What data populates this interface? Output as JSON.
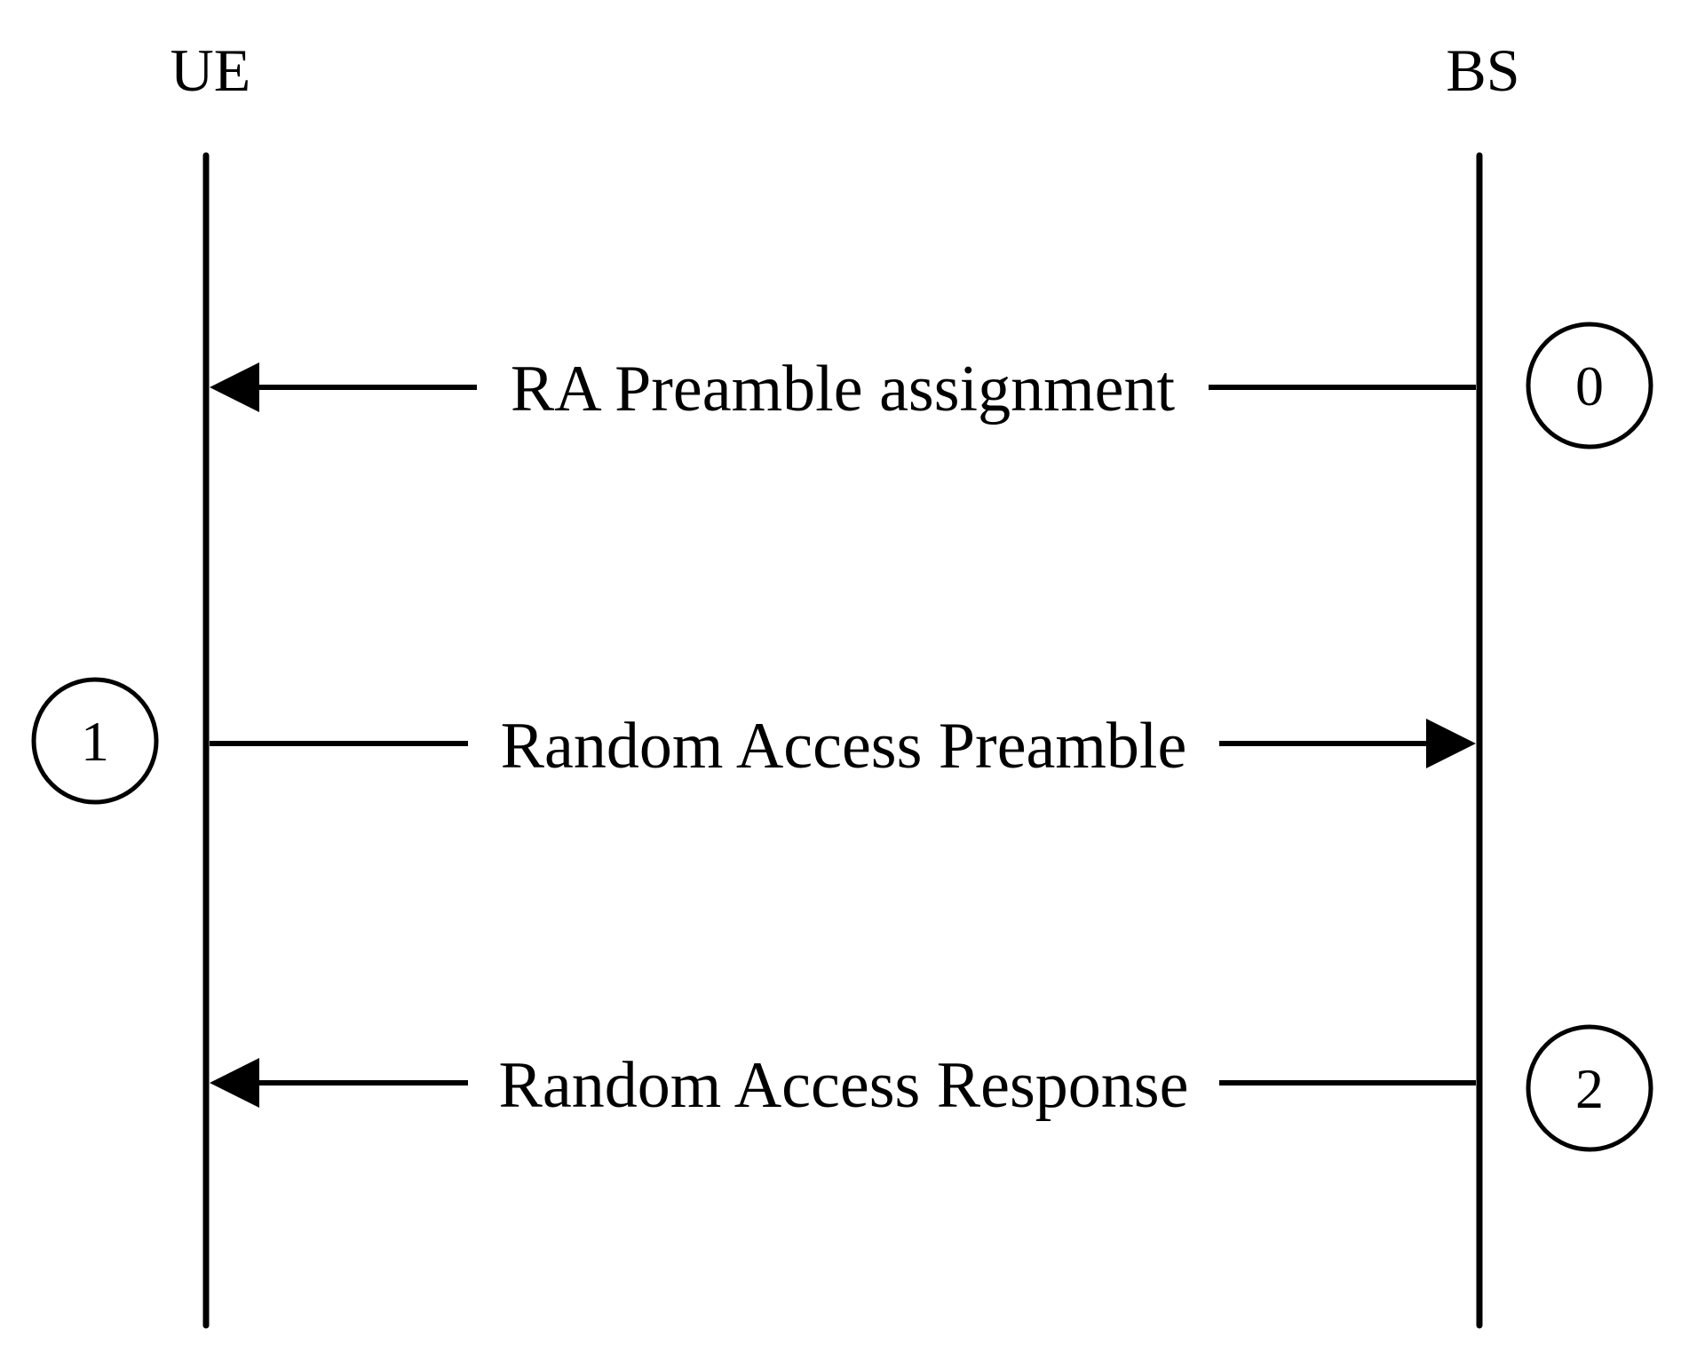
{
  "participants": {
    "left": "UE",
    "right": "BS"
  },
  "messages": [
    {
      "label": "RA Preamble assignment",
      "direction": "right-to-left",
      "step": "0"
    },
    {
      "label": "Random Access Preamble",
      "direction": "left-to-right",
      "step": "1"
    },
    {
      "label": "Random Access Response",
      "direction": "right-to-left",
      "step": "2"
    }
  ]
}
